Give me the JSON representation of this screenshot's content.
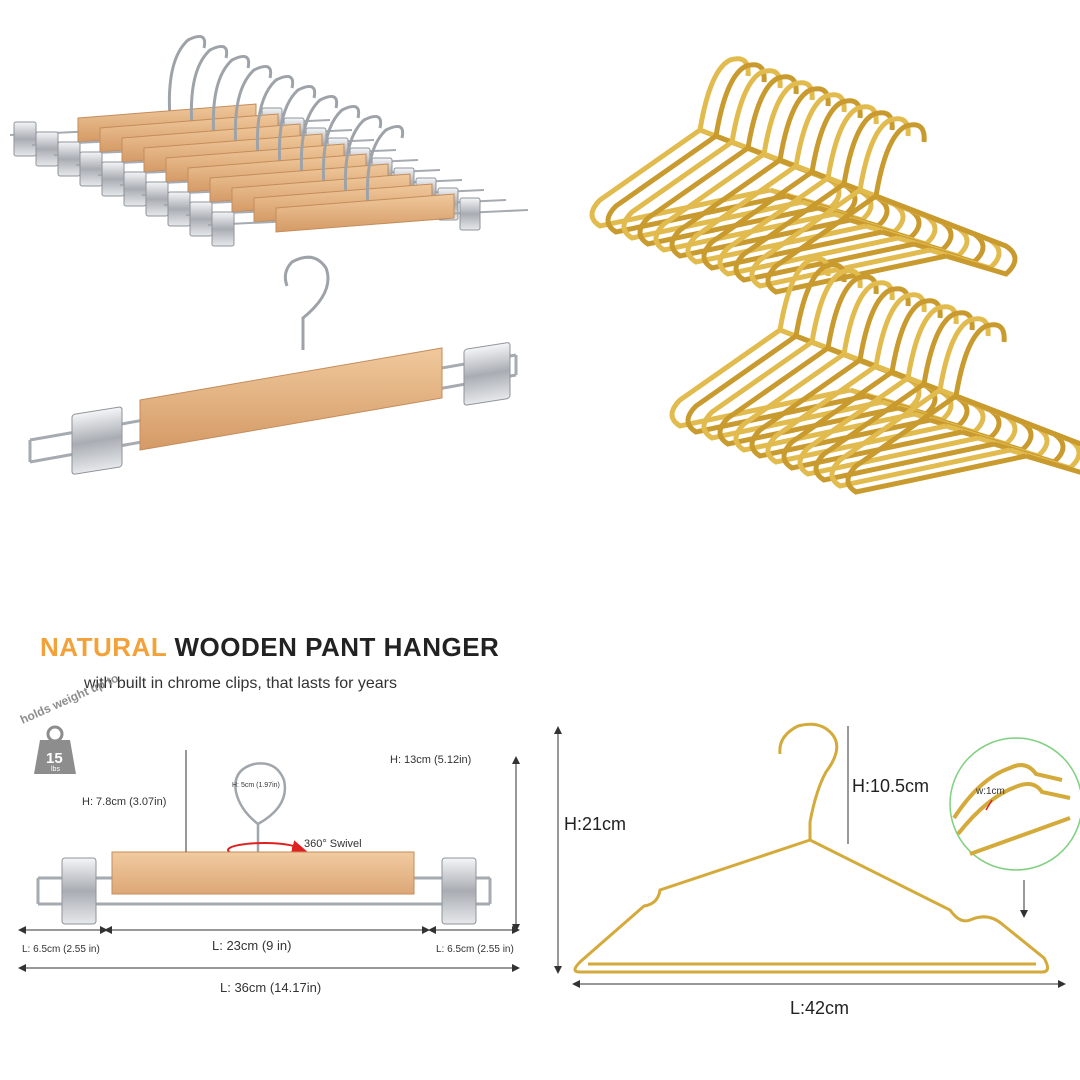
{
  "promo": {
    "headline_accent": "NATURAL",
    "headline_main": "WOODEN PANT HANGER",
    "subheadline": "with built in chrome clips, that lasts for years"
  },
  "weight_badge": {
    "arc_text": "holds weight up to",
    "value": "15",
    "unit": "lbs"
  },
  "wood_hanger_dims": {
    "total_height": "H: 13cm (5.12in)",
    "hook_height": "H: 7.8cm (3.07in)",
    "hook_inner": "H: 5cm (1.97in)",
    "swivel": "360° Swivel",
    "left_clip_len": "L: 6.5cm (2.55 in)",
    "bar_len": "L: 23cm (9 in)",
    "right_clip_len": "L: 6.5cm (2.55 in)",
    "total_len": "L: 36cm (14.17in)"
  },
  "gold_hanger_dims": {
    "total_height": "H:21cm",
    "hook_height": "H:10.5cm",
    "wire_width": "w:1cm",
    "total_len": "L:42cm"
  },
  "colors": {
    "accent_orange": "#f3a23a",
    "wood": "#e2b07f",
    "gold": "#d4aa3a",
    "chrome": "#b8bcc2",
    "zoom_ring": "#7fd07f",
    "swivel_arrow": "#e02020"
  }
}
